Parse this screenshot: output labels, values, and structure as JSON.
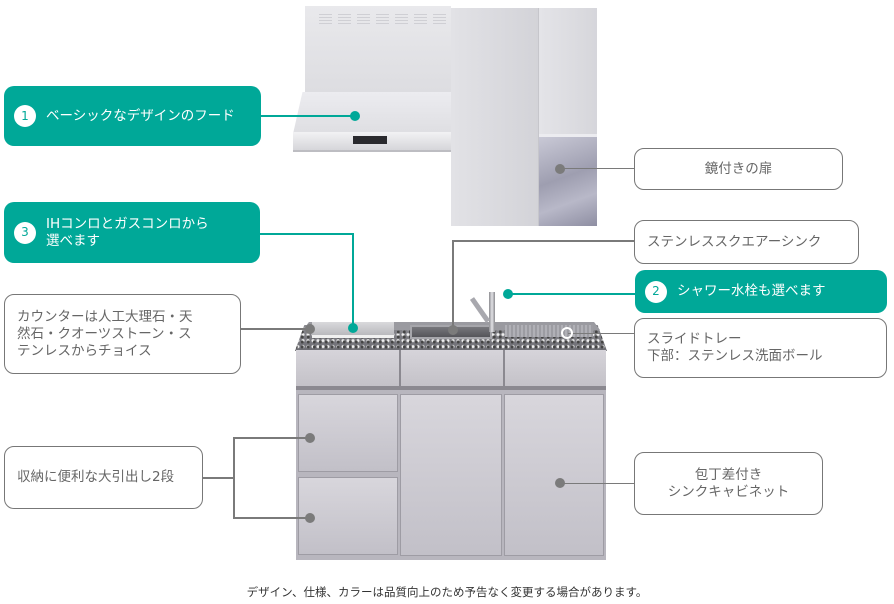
{
  "colors": {
    "feature": "#00a898",
    "connector": "#7a7a7a",
    "label_border": "#777777"
  },
  "features": [
    {
      "num": "1",
      "text": "ベーシックなデザインのフード"
    },
    {
      "num": "2",
      "text": "シャワー水栓も選べます"
    },
    {
      "num": "3",
      "line1": "IHコンロとガスコンロから",
      "line2": "選べます"
    }
  ],
  "labels": {
    "mirror_door": "鏡付きの扉",
    "square_sink": "ステンレススクエアーシンク",
    "slide_tray_l1": "スライドトレー",
    "slide_tray_l2": "下部：ステンレス洗面ボール",
    "counter_l1": "カウンターは人工大理石・天",
    "counter_l2": "然石・クオーツストーン・ス",
    "counter_l3": "テンレスからチョイス",
    "drawers": "収納に便利な大引出し2段",
    "cabinet_l1": "包丁差付き",
    "cabinet_l2": "シンクキャビネット"
  },
  "footnote": "デザイン、仕様、カラーは品質向上のため予告なく変更する場合があります。"
}
